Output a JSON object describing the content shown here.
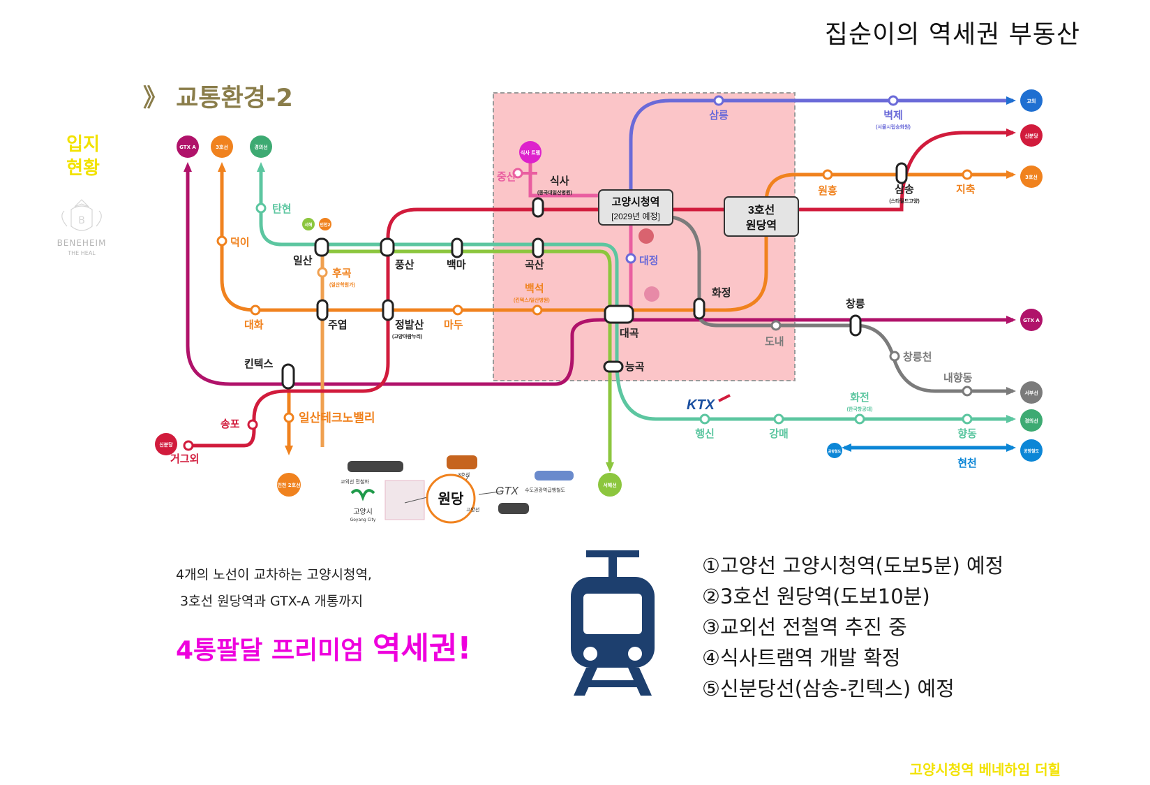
{
  "header": {
    "title": "집순이의 역세권 부동산"
  },
  "section_title": "》 교통환경-2",
  "side_label": {
    "line1": "입지",
    "line2": "현황"
  },
  "logo": {
    "name": "BENEHEIM",
    "sub": "THE HEAL"
  },
  "colors": {
    "gtx_a": "#b0126a",
    "line3": "#f0821e",
    "gyeongui": "#5cc6a0",
    "seohae": "#8cc63e",
    "sinbundang": "#d11b3c",
    "gyooe": "#1f6fd1",
    "goyang": "#e95ea0",
    "seobu": "#7b7b7b",
    "airport": "#0c86d6",
    "highlight": "#fbc5c8",
    "accent_magenta": "#ee00dd",
    "title_olive": "#8a7d4a",
    "yellow": "#f2e200",
    "navy": "#1d3f6e"
  },
  "terminals": {
    "gtx_top": "GTX A",
    "line3_top": "3호선",
    "gyeongui_top": "경의선",
    "gyooe": "교외",
    "sinbundang_right": "신분당",
    "line3_right": "3호선",
    "gtx_right": "GTX A",
    "seobu": "서부선",
    "gyeongui_right": "경의선",
    "airport_right": "공항철도",
    "airport_left": "공항철도",
    "sinbundang_left": "신분당",
    "incheon2": "인천 2호선",
    "seohae": "서해선",
    "sisa_tram": "식사 트램"
  },
  "stations": {
    "samneung": "삼릉",
    "byeokje": "벽제",
    "byeokje_sub": "(서울시립승화원)",
    "wonheung": "원흥",
    "samsong": "삼송",
    "samsong_sub": "(스타필드고양)",
    "jichuk": "지축",
    "jungsan": "중산",
    "sisa": "식사",
    "sisa_sub": "(동국대일산병원)",
    "tanhyeon": "탄현",
    "deogi": "덕이",
    "ilsan": "일산",
    "pungsan": "풍산",
    "baengma": "백마",
    "goksan": "곡산",
    "daejeong": "대정",
    "hugok": "후곡",
    "hugok_sub": "(일산학원가)",
    "baekseok": "백석",
    "baekseok_sub": "(킨텍스/일산병원)",
    "hwajeong": "화정",
    "daehwa": "대화",
    "juyeop": "주엽",
    "jeongbalsan": "정발산",
    "jeongbalsan_sub": "(고양아람누리)",
    "madu": "마두",
    "daegok": "대곡",
    "wondang_link": "도내",
    "changneung": "창릉",
    "changneungcheon": "창릉천",
    "naehyang": "내향동",
    "kintex": "킨텍스",
    "neunggok": "능곡",
    "songpo": "송포",
    "geogeui": "거그외",
    "ilsan_techno": "일산테크노밸리",
    "hwajeon": "화전",
    "hwajeon_sub": "(한국항공대)",
    "haengsin": "행신",
    "gangmae": "강매",
    "hyangdong": "향동",
    "hyeoncheon": "현천",
    "seohae_a": "서해",
    "seohae_b": "인천2",
    "daegok_sub": "대곡"
  },
  "callouts": {
    "city_hall": "고양시청역",
    "city_hall_sub": "[2029년 예정]",
    "wondang_line": "3호선",
    "wondang": "원당역"
  },
  "ktx": "KTX",
  "infographic": {
    "center": "원당",
    "gtx": "GTX",
    "gtx_desc": "수도권광역급행철도",
    "gyooe": "교외선 전철화",
    "line3": "3호선",
    "goyang_line": "고양선",
    "city": "고양시",
    "city_en": "Goyang City"
  },
  "caption": {
    "line1": "4개의 노선이 교차하는 고양시청역,",
    "line2": "3호선 원당역과  GTX-A 개통까지",
    "slogan_a": "4통팔달 프리미엄 ",
    "slogan_b": "역세권!"
  },
  "list": [
    "①고양선 고양시청역(도보5분) 예정",
    "②3호선 원당역(도보10분)",
    "③교외선 전철역 추진 중",
    "④식사트램역 개발 확정",
    "⑤신분당선(삼송-킨텍스) 예정"
  ],
  "footer": "고양시청역 베네하임 더힐"
}
